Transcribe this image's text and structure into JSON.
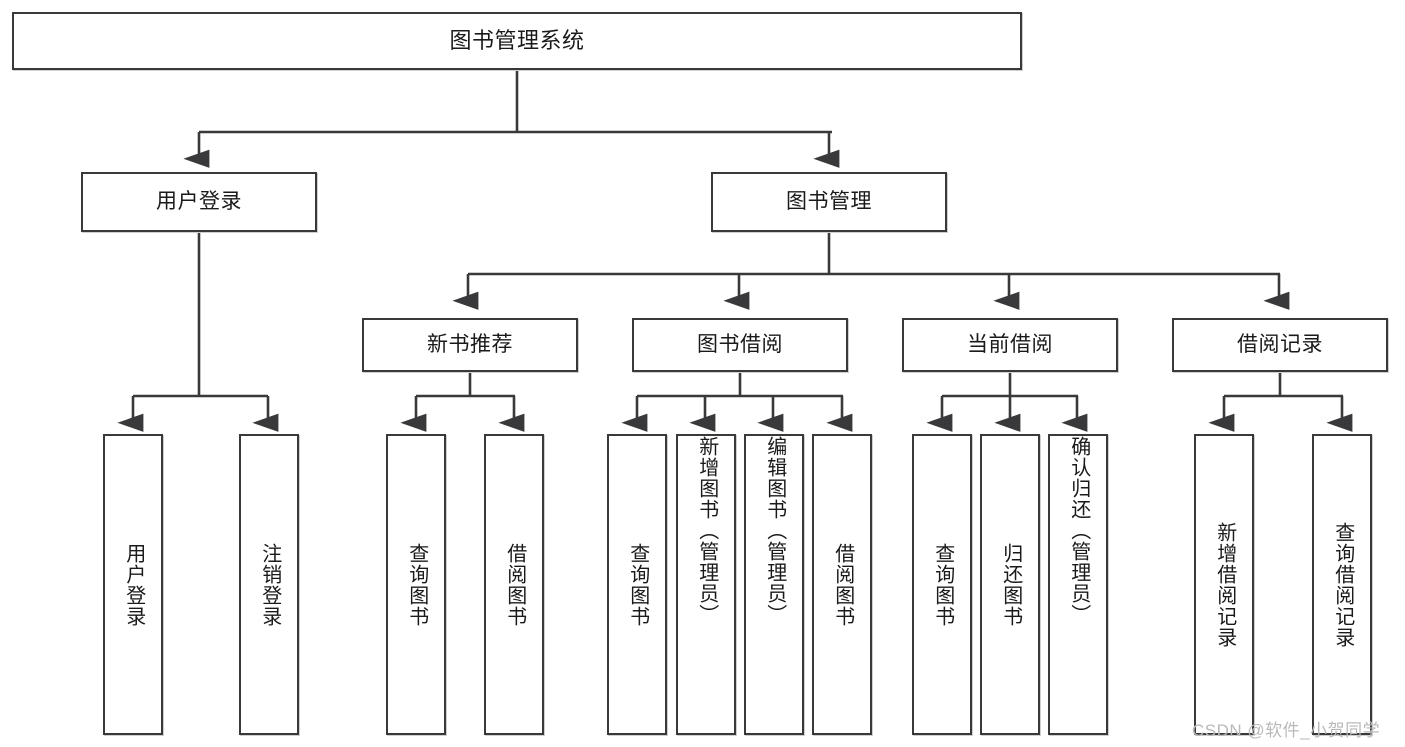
{
  "diagram": {
    "type": "tree",
    "title": "图书管理系统",
    "watermark": "CSDN @软件_小贺同学",
    "colors": {
      "stroke": "#39393b",
      "fill": "#ffffff",
      "text": "#1a1a1a",
      "watermark": "#b9b9b9"
    },
    "nodes": {
      "root": {
        "label": "图书管理系统"
      },
      "level2": [
        {
          "id": "user-login",
          "label": "用户登录"
        },
        {
          "id": "book-manage",
          "label": "图书管理"
        }
      ],
      "level3": [
        {
          "id": "new-book-rec",
          "label": "新书推荐"
        },
        {
          "id": "book-borrow",
          "label": "图书借阅"
        },
        {
          "id": "current-borrow",
          "label": "当前借阅"
        },
        {
          "id": "borrow-record",
          "label": "借阅记录"
        }
      ],
      "leaves": {
        "user_login": [
          {
            "id": "leaf-user-login",
            "label": "用户登录"
          },
          {
            "id": "leaf-user-logout",
            "label": "注销登录"
          }
        ],
        "new_book_rec": [
          {
            "id": "leaf-query-book-1",
            "label": "查询图书"
          },
          {
            "id": "leaf-borrow-book-1",
            "label": "借阅图书"
          }
        ],
        "book_borrow": [
          {
            "id": "leaf-query-book-2",
            "label": "查询图书"
          },
          {
            "id": "leaf-add-book",
            "label": "新增图书（管理员）"
          },
          {
            "id": "leaf-edit-book",
            "label": "编辑图书（管理员）"
          },
          {
            "id": "leaf-borrow-book-2",
            "label": "借阅图书"
          }
        ],
        "current_borrow": [
          {
            "id": "leaf-query-book-3",
            "label": "查询图书"
          },
          {
            "id": "leaf-return-book",
            "label": "归还图书"
          },
          {
            "id": "leaf-confirm-return",
            "label": "确认归还（管理员）"
          }
        ],
        "borrow_record": [
          {
            "id": "leaf-add-record",
            "label": "新增借阅记录"
          },
          {
            "id": "leaf-query-record",
            "label": "查询借阅记录"
          }
        ]
      }
    }
  }
}
